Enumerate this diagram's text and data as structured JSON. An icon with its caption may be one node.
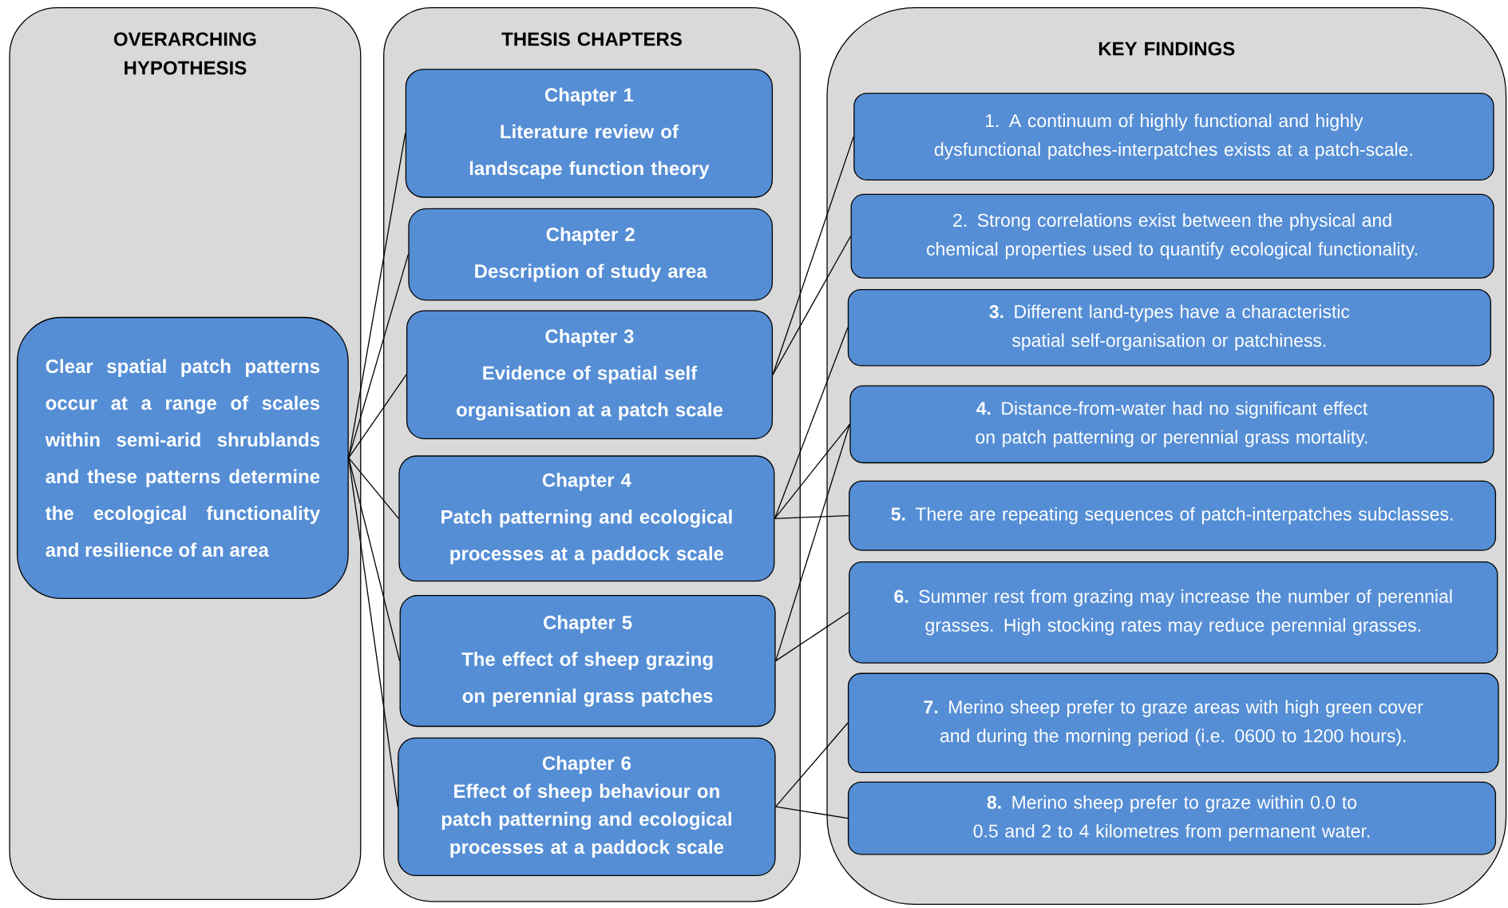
{
  "diagram": {
    "nodes": [
      {
        "text": [
          "OVERARCHING HYPOTHESIS"
        ]
      },
      {
        "text": [
          "Clear spatial patch patterns occur at a range of scales within semi-arid shrublands and these patterns determine the ecological functionality and resilience of an area"
        ],
        "in": 0
      },
      {
        "text": [
          "THESIS CHAPTERS"
        ]
      },
      {
        "text": [
          "Chapter 1",
          "Literature review of landscape function theory"
        ],
        "in": 2
      },
      {
        "text": [
          "Chapter 2",
          "Description of study area"
        ],
        "in": 2
      },
      {
        "text": [
          "Chapter 3",
          "Evidence of spatial self organisation at a patch scale"
        ],
        "in": 2
      },
      {
        "text": [
          "Chapter 4",
          "Patch patterning and ecological processes at a paddock scale"
        ],
        "in": 2
      },
      {
        "text": [
          "Chapter 5",
          "The effect of sheep grazing on perennial grass patches"
        ],
        "in": 2
      },
      {
        "text": [
          "Chapter 6",
          "Effect of sheep behaviour on patch patterning and ecological processes at a paddock scale"
        ],
        "in": 2
      },
      {
        "text": [
          "KEY FINDINGS"
        ]
      },
      {
        "text": [
          "1. A continuum of highly functional and highly dysfunctional patches-interpatches exists at a patch-scale."
        ],
        "in": 9
      },
      {
        "text": [
          "2. Strong correlations exist between the physical and chemical properties used to quantify ecological functionality."
        ],
        "in": 9
      },
      {
        "text": [
          "**3.** Different land-types have a characteristic spatial self-organisation or patchiness."
        ],
        "in": 9
      },
      {
        "text": [
          "**4.** Distance-from-water had no significant effect on patch patterning or perennial grass mortality."
        ],
        "in": 9
      },
      {
        "text": [
          "**5.** There are repeating sequences of patch-interpatches subclasses."
        ],
        "in": 9
      },
      {
        "text": [
          "**6.** Summer rest from grazing may increase the number of perennial grasses. High stocking rates may reduce perennial grasses."
        ],
        "in": 9
      },
      {
        "text": [
          "**7.** Merino sheep prefer to graze areas with high green cover and during the morning period (i.e. 0600 to 1200 hours)."
        ],
        "in": 9
      },
      {
        "text": [
          "**8.** Merino sheep prefer to graze within 0.0 to 0.5 and 2 to 4 kilometres from permanent water."
        ],
        "in": 9
      }
    ],
    "edges": [
      {
        "from": 1,
        "to": 3,
        "arrow": "none"
      },
      {
        "from": 1,
        "to": 4,
        "arrow": "none"
      },
      {
        "from": 1,
        "to": 5,
        "arrow": "none"
      },
      {
        "from": 1,
        "to": 6,
        "arrow": "none"
      },
      {
        "from": 1,
        "to": 7,
        "arrow": "none"
      },
      {
        "from": 1,
        "to": 8,
        "arrow": "none"
      },
      {
        "from": 5,
        "to": 10,
        "arrow": "none"
      },
      {
        "from": 5,
        "to": 11,
        "arrow": "none"
      },
      {
        "from": 6,
        "to": 12,
        "arrow": "none"
      },
      {
        "from": 6,
        "to": 13,
        "arrow": "none"
      },
      {
        "from": 6,
        "to": 14,
        "arrow": "none"
      },
      {
        "from": 7,
        "to": 13,
        "arrow": "none"
      },
      {
        "from": 7,
        "to": 15,
        "arrow": "none"
      },
      {
        "from": 8,
        "to": 16,
        "arrow": "none"
      },
      {
        "from": 8,
        "to": 17,
        "arrow": "none"
      }
    ]
  }
}
